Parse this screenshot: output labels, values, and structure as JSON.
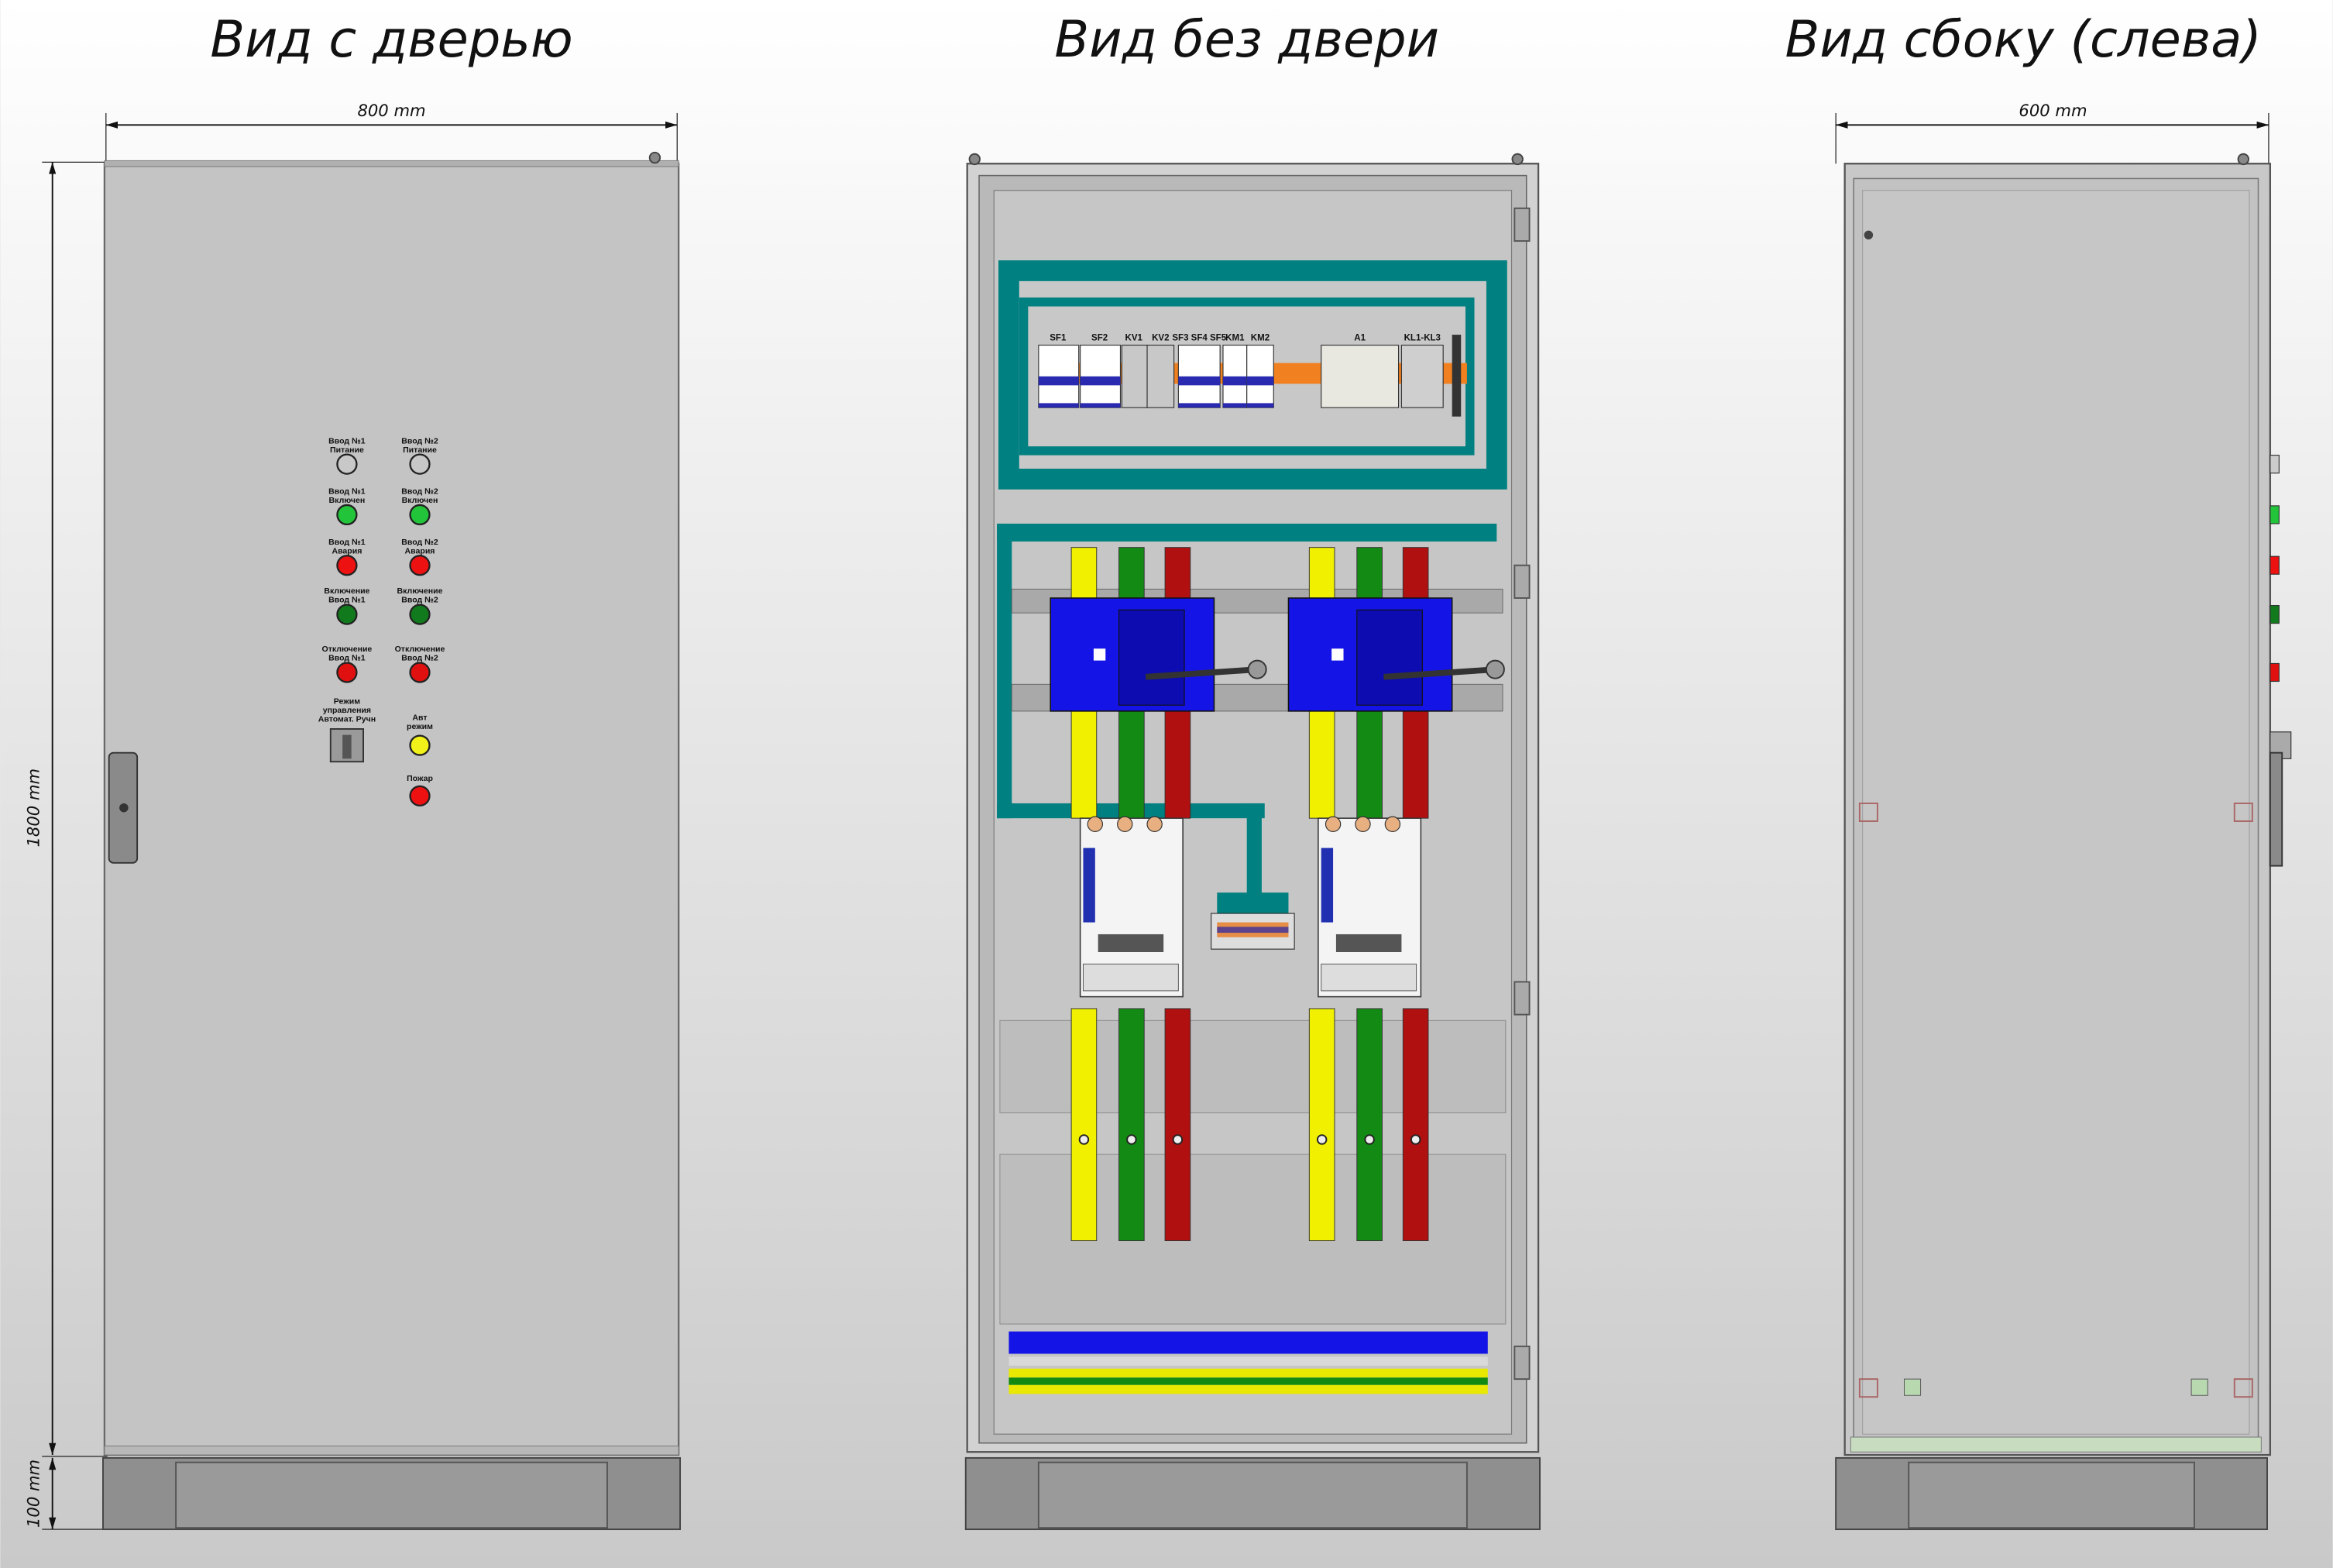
{
  "titles": {
    "front": "Вид с дверью",
    "open": "Вид без двери",
    "side": "Вид сбоку (слева)"
  },
  "dimensions": {
    "front_width": "800 mm",
    "height": "1800 mm",
    "plinth": "100 mm",
    "side_depth": "600 mm"
  },
  "door_panel": {
    "left": [
      {
        "l1": "Ввод №1",
        "l2": "Питание",
        "color": "#c8c8c8"
      },
      {
        "l1": "Ввод №1",
        "l2": "Включен",
        "color": "#22c43a"
      },
      {
        "l1": "Ввод №1",
        "l2": "Авария",
        "color": "#ee1111"
      },
      {
        "l1": "Включение",
        "l2": "Ввод №1",
        "color": "#117a1c"
      },
      {
        "l1": "Отключение",
        "l2": "Ввод №1",
        "color": "#e01010"
      }
    ],
    "right": [
      {
        "l1": "Ввод №2",
        "l2": "Питание",
        "color": "#c8c8c8"
      },
      {
        "l1": "Ввод №2",
        "l2": "Включен",
        "color": "#22c43a"
      },
      {
        "l1": "Ввод №2",
        "l2": "Авария",
        "color": "#ee1111"
      },
      {
        "l1": "Включение",
        "l2": "Ввод №2",
        "color": "#117a1c"
      },
      {
        "l1": "Отключение",
        "l2": "Ввод №2",
        "color": "#e01010"
      }
    ],
    "mode_switch": {
      "l1": "Режим",
      "l2": "управления",
      "l3": "Автомат. Ручн"
    },
    "auto_mode": {
      "l1": "Авт",
      "l2": "режим",
      "color": "#f2f21a"
    },
    "fire": {
      "l1": "Пожар",
      "color": "#ee1111"
    }
  },
  "components": [
    "SF1",
    "SF2",
    "KV1",
    "KV2",
    "SF3 SF4 SF5",
    "KM1",
    "KM2",
    "A1",
    "KL1-KL3"
  ],
  "colors": {
    "teal": "#008080",
    "blue": "#1414e6",
    "yellow": "#f0f000",
    "green": "#138a13",
    "red": "#b01010",
    "orange": "#f08020",
    "body": "#c4c4c4"
  }
}
